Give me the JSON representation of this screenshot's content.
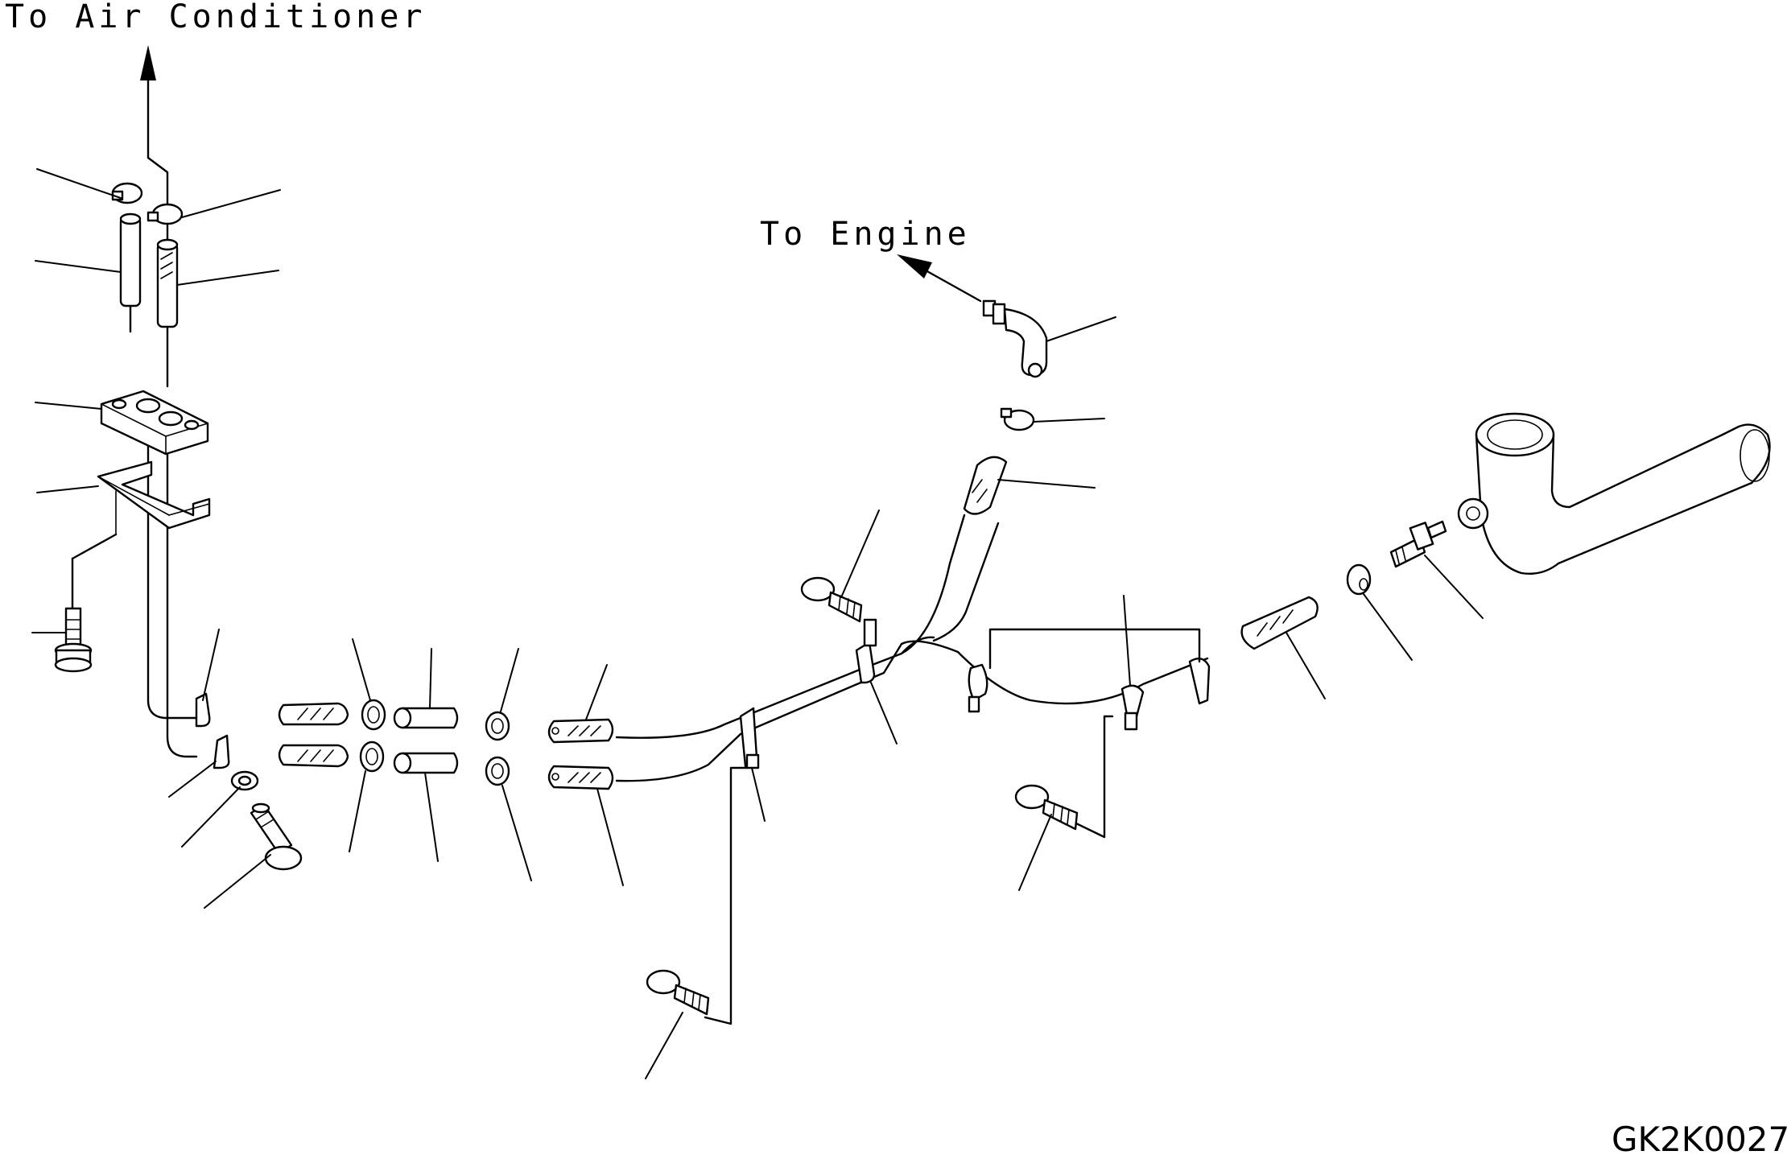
{
  "labels": {
    "to_air_conditioner": "To Air Conditioner",
    "to_engine": "To Engine",
    "drawing_code": "GK2K0027"
  }
}
